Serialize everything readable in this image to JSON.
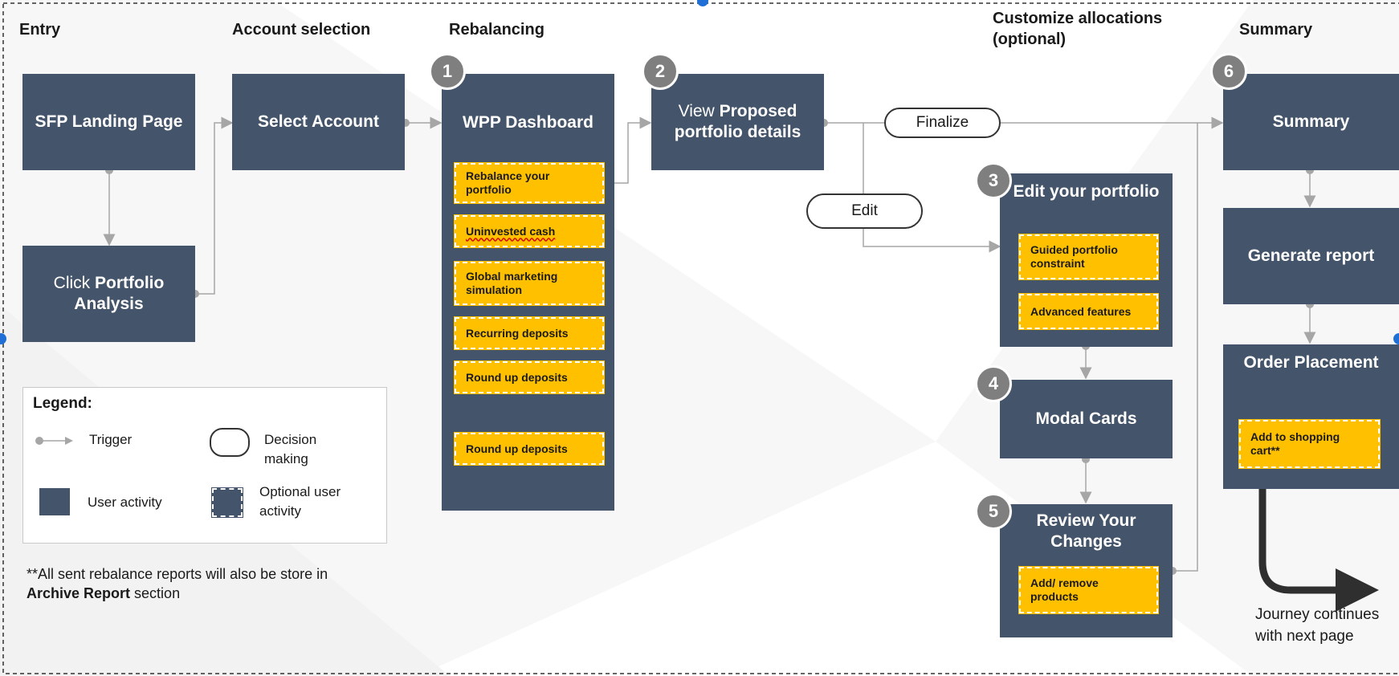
{
  "stages": {
    "entry": "Entry",
    "account_selection": "Account selection",
    "rebalancing": "Rebalancing",
    "customize": "Customize allocations\n(optional)",
    "summary": "Summary"
  },
  "boxes": {
    "sfp_landing": "SFP Landing Page",
    "click_prefix": "Click ",
    "click_bold": "Portfolio Analysis",
    "select_account": "Select Account",
    "wpp_dashboard": "WPP Dashboard",
    "view_prefix": "View ",
    "view_bold": "Proposed portfolio details",
    "edit_portfolio": "Edit your portfolio",
    "modal_cards": "Modal Cards",
    "review_changes": "Review Your Changes",
    "summary": "Summary",
    "generate_report": "Generate report",
    "order_placement": "Order Placement"
  },
  "optional_items": {
    "wpp": [
      "Rebalance your portfolio",
      "Uninvested cash",
      "Global marketing simulation",
      "Recurring deposits",
      "Round up deposits",
      "Round up deposits"
    ],
    "edit": [
      "Guided portfolio constraint",
      "Advanced features"
    ],
    "review": [
      "Add/ remove products"
    ],
    "order": [
      "Add to shopping cart**"
    ]
  },
  "badges": [
    "1",
    "2",
    "3",
    "4",
    "5",
    "6"
  ],
  "decisions": {
    "finalize": "Finalize",
    "edit": "Edit"
  },
  "legend": {
    "title": "Legend:",
    "trigger": "Trigger",
    "decision": "Decision making",
    "user_activity": "User activity",
    "optional_activity": "Optional user activity"
  },
  "note": {
    "text": "**All sent rebalance reports will also be store in",
    "bold": "Archive Report",
    "suffix": " section"
  },
  "journey_text": "Journey continues with next page",
  "colors": {
    "box": "#44546a",
    "optional": "#ffc000",
    "badge": "#7f7f7f",
    "connector": "#a6a6a6",
    "arrow": "#2f2f2f",
    "selection_handle": "#1f6fd6"
  }
}
